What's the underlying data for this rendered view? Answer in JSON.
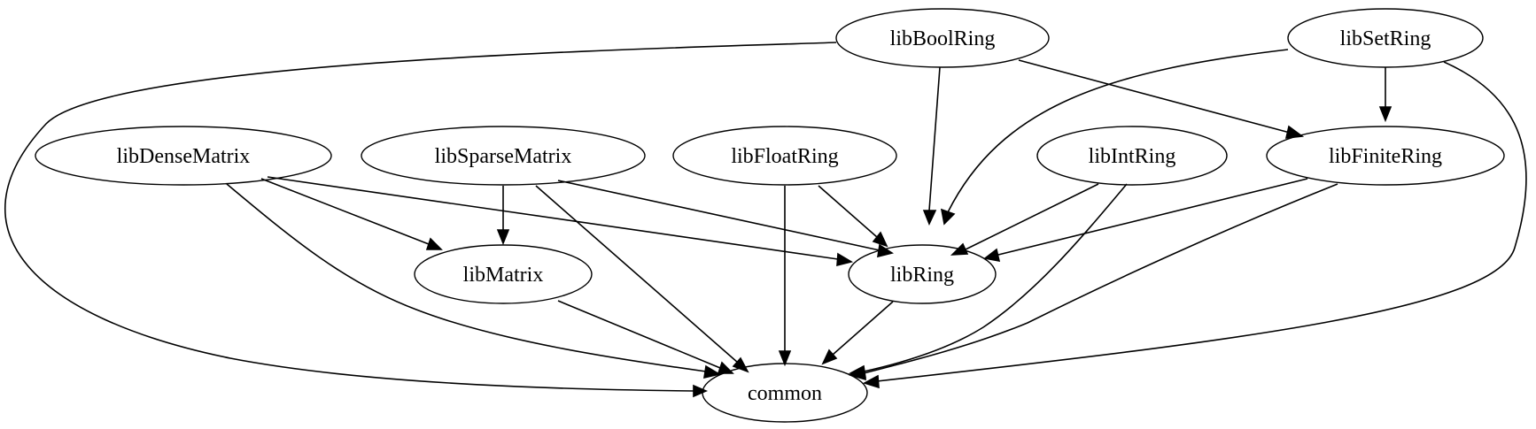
{
  "nodes": [
    {
      "id": "libBoolRing",
      "label": "libBoolRing"
    },
    {
      "id": "libSetRing",
      "label": "libSetRing"
    },
    {
      "id": "libDenseMatrix",
      "label": "libDenseMatrix"
    },
    {
      "id": "libSparseMatrix",
      "label": "libSparseMatrix"
    },
    {
      "id": "libFloatRing",
      "label": "libFloatRing"
    },
    {
      "id": "libIntRing",
      "label": "libIntRing"
    },
    {
      "id": "libFiniteRing",
      "label": "libFiniteRing"
    },
    {
      "id": "libMatrix",
      "label": "libMatrix"
    },
    {
      "id": "libRing",
      "label": "libRing"
    },
    {
      "id": "common",
      "label": "common"
    }
  ],
  "edges": [
    {
      "from": "libBoolRing",
      "to": "common"
    },
    {
      "from": "libBoolRing",
      "to": "libRing"
    },
    {
      "from": "libBoolRing",
      "to": "libFiniteRing"
    },
    {
      "from": "libSetRing",
      "to": "libRing"
    },
    {
      "from": "libSetRing",
      "to": "libFiniteRing"
    },
    {
      "from": "libSetRing",
      "to": "common"
    },
    {
      "from": "libDenseMatrix",
      "to": "libMatrix"
    },
    {
      "from": "libDenseMatrix",
      "to": "libRing"
    },
    {
      "from": "libDenseMatrix",
      "to": "common"
    },
    {
      "from": "libSparseMatrix",
      "to": "libMatrix"
    },
    {
      "from": "libSparseMatrix",
      "to": "libRing"
    },
    {
      "from": "libSparseMatrix",
      "to": "common"
    },
    {
      "from": "libFloatRing",
      "to": "libRing"
    },
    {
      "from": "libFloatRing",
      "to": "common"
    },
    {
      "from": "libIntRing",
      "to": "libRing"
    },
    {
      "from": "libIntRing",
      "to": "common"
    },
    {
      "from": "libFiniteRing",
      "to": "libRing"
    },
    {
      "from": "libFiniteRing",
      "to": "common"
    },
    {
      "from": "libMatrix",
      "to": "common"
    },
    {
      "from": "libRing",
      "to": "common"
    }
  ]
}
